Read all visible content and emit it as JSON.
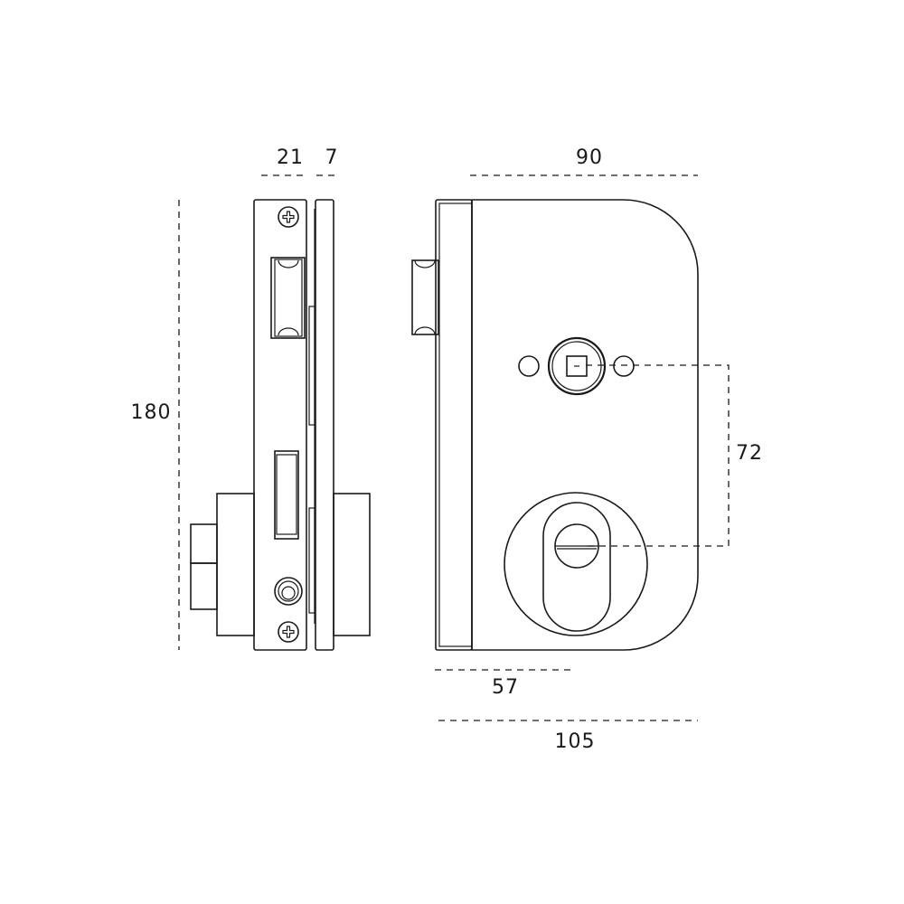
{
  "dimensions": {
    "side_width": "21",
    "side_faceplate": "7",
    "front_width": "90",
    "height": "180",
    "spindle_to_cylinder": "72",
    "backset": "57",
    "total_width": "105"
  },
  "colors": {
    "line": "#1a1a1a",
    "background": "#ffffff"
  }
}
